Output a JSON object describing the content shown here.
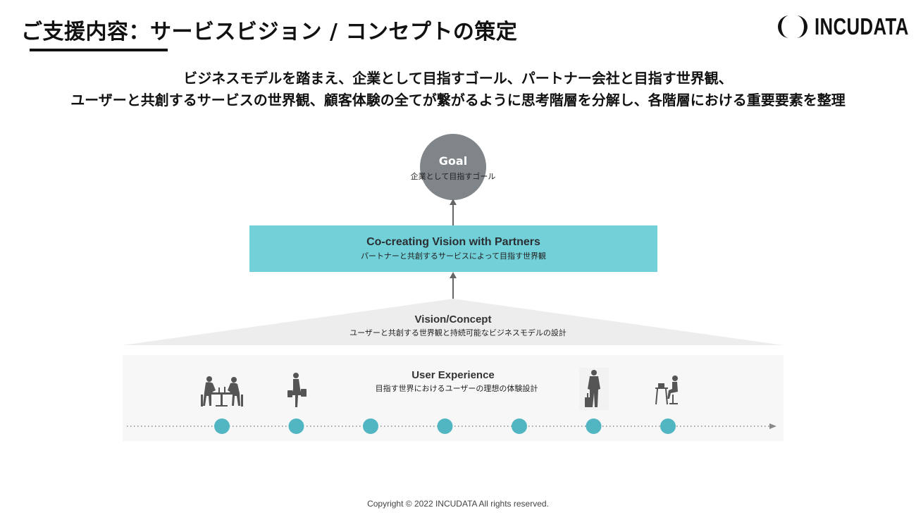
{
  "header": {
    "title": "ご支援内容：サービスビジョン / コンセプトの策定",
    "logo_text": "INCUDATA"
  },
  "summary": {
    "line1": "ビジネスモデルを踏まえ、企業として目指すゴール、パートナー会社と目指す世界観、",
    "line2": "ユーザーと共創するサービスの世界観、顧客体験の全てが繋がるように思考階層を分解し、各階層における重要要素を整理"
  },
  "diagram": {
    "goal": {
      "title": "Goal",
      "subtitle": "企業として目指すゴール"
    },
    "partners": {
      "title": "Co-creating Vision with Partners",
      "subtitle": "パートナーと共創するサービスによって目指す世界観"
    },
    "vision": {
      "title": "Vision/Concept",
      "subtitle": "ユーザーと共創する世界観と持続可能なビジネスモデルの設計"
    },
    "user_experience": {
      "title": "User Experience",
      "subtitle": "目指す世界におけるユーザーの理想の体験設計"
    },
    "journey_steps": 7,
    "icons": [
      "dining-couple-icon",
      "shopper-icon",
      "traveler-with-suitcase-icon",
      "person-at-desk-icon"
    ],
    "colors": {
      "accent": "#72d0d8",
      "node": "#52b6c2",
      "goal": "#7f8589"
    }
  },
  "footer": {
    "copyright": "Copyright © 2022 INCUDATA  All rights reserved."
  }
}
